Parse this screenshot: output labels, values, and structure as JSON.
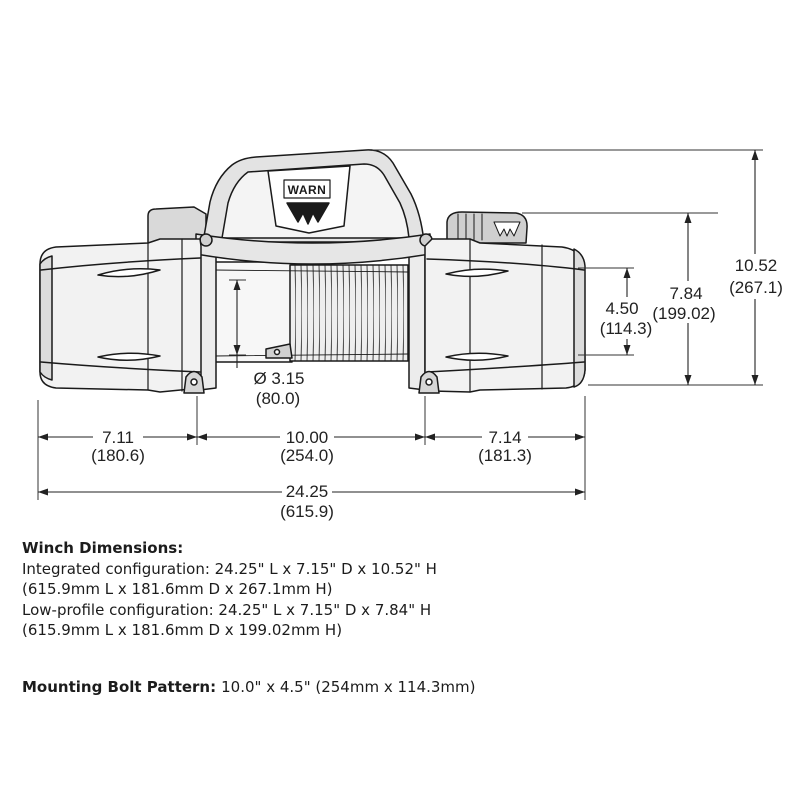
{
  "diagram": {
    "logo_text": "WARN",
    "dimensions": {
      "height_integrated": {
        "in": "10.52",
        "mm": "(267.1)"
      },
      "height_low_profile": {
        "in": "7.84",
        "mm": "(199.02)"
      },
      "bolt_pattern_depth": {
        "in": "4.50",
        "mm": "(114.3)"
      },
      "drum_diameter": {
        "in": "Ø 3.15",
        "mm": "(80.0)"
      },
      "left_length": {
        "in": "7.11",
        "mm": "(180.6)"
      },
      "drum_length": {
        "in": "10.00",
        "mm": "(254.0)"
      },
      "right_length": {
        "in": "7.14",
        "mm": "(181.3)"
      },
      "overall_length": {
        "in": "24.25",
        "mm": "(615.9)"
      }
    }
  },
  "specs": {
    "winch_heading": "Winch Dimensions:",
    "lines": [
      "Integrated configuration: 24.25\" L x 7.15\" D x 10.52\" H",
      "(615.9mm L x 181.6mm D x 267.1mm H)",
      "Low-profile configuration: 24.25\" L x 7.15\" D x 7.84\" H",
      "(615.9mm L x 181.6mm D x 199.02mm H)"
    ],
    "bolt_heading": "Mounting Bolt Pattern:",
    "bolt_value": "10.0\" x 4.5\" (254mm x 114.3mm)"
  }
}
